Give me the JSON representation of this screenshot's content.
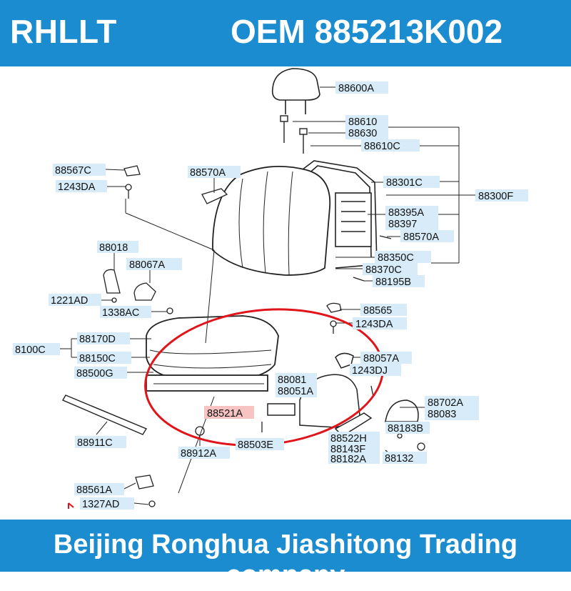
{
  "header": {
    "brand": "RHLLT",
    "oem": "OEM 885213K002"
  },
  "footer": {
    "company": "Beijing Ronghua Jiashitong Trading company"
  },
  "colors": {
    "banner": "#1a8ccf",
    "label_box": "#d7ecf8",
    "highlight": "#f7c3c3",
    "circle": "#e0141b",
    "line": "#222222"
  },
  "parts": {
    "p88600A": "88600A",
    "p88610": "88610",
    "p88630": "88630",
    "p88610C": "88610C",
    "p88567C": "88567C",
    "p1243DA_top": "1243DA",
    "p88570A_left": "88570A",
    "p88301C": "88301C",
    "p88300F": "88300F",
    "p88395A": "88395A",
    "p88397": "88397",
    "p88570A_right": "88570A",
    "p88018": "88018",
    "p88067A": "88067A",
    "p88350C": "88350C",
    "p88370C": "88370C",
    "p88195B": "88195B",
    "p1221AD": "1221AD",
    "p1338AC": "1338AC",
    "p88565": "88565",
    "p1243DA_mid": "1243DA",
    "p8100C": "8100C",
    "p88170D": "88170D",
    "p88150C": "88150C",
    "p88057A": "88057A",
    "p1243DJ": "1243DJ",
    "p88500G": "88500G",
    "p88081": "88081",
    "p88051A": "88051A",
    "p88702A": "88702A",
    "p88083": "88083",
    "p88521A": "88521A",
    "p88183B": "88183B",
    "p88911C": "88911C",
    "p88503E": "88503E",
    "p88522H": "88522H",
    "p88912A": "88912A",
    "p88143F": "88143F",
    "p88182A": "88182A",
    "p88132": "88132",
    "p88561A": "88561A",
    "p1327AD": "1327AD"
  }
}
